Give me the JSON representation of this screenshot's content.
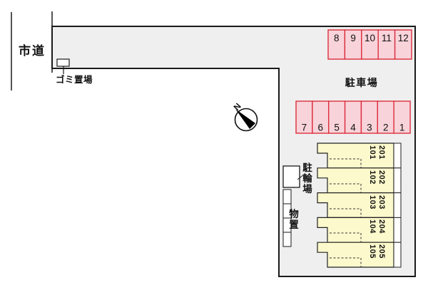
{
  "labels": {
    "road": "市道",
    "garbage_storage": "ゴミ置場",
    "parking_lot": "駐車場",
    "bicycle_parking": "駐輪場",
    "storage_shed": "物置",
    "compass_north": "N"
  },
  "parking_row_upper": {
    "spaces": [
      "8",
      "9",
      "10",
      "11",
      "12"
    ]
  },
  "parking_row_lower": {
    "spaces": [
      "7",
      "6",
      "5",
      "4",
      "3",
      "2",
      "1"
    ]
  },
  "building_units": [
    {
      "upper_floor": "201",
      "lower_floor": "101"
    },
    {
      "upper_floor": "202",
      "lower_floor": "102"
    },
    {
      "upper_floor": "203",
      "lower_floor": "103"
    },
    {
      "upper_floor": "204",
      "lower_floor": "104"
    },
    {
      "upper_floor": "205",
      "lower_floor": "105"
    }
  ],
  "colors": {
    "site_fill": "#efefef",
    "outline": "#1a1a1a",
    "parking_fill": "#f8d3da",
    "parking_border": "#dc2f3e",
    "unit_fill": "#fcf9cc",
    "white_box": "#ffffff"
  }
}
